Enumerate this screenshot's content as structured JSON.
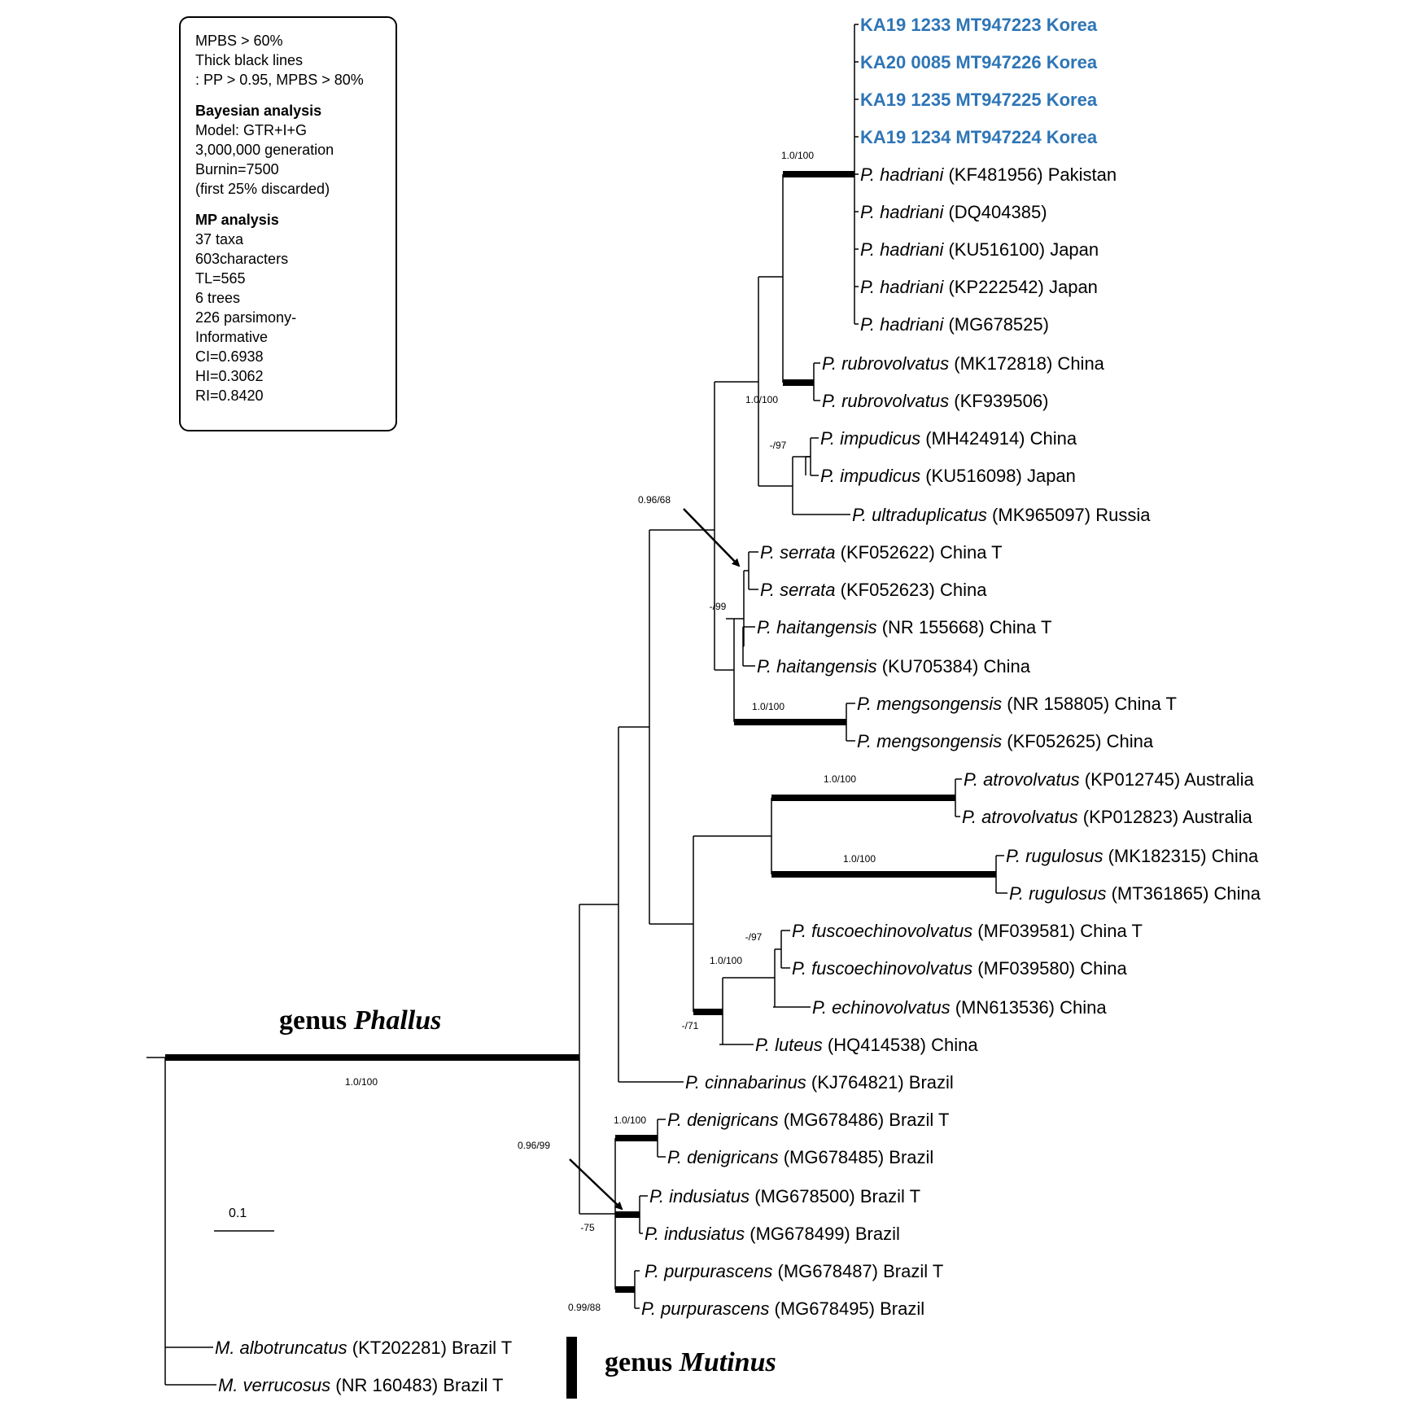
{
  "legend": {
    "top": [
      "MPBS > 60%",
      "Thick black lines",
      ": PP > 0.95, MPBS > 80%"
    ],
    "bayesian": {
      "heading": "Bayesian analysis",
      "lines": [
        "Model: GTR+I+G",
        "3,000,000 generation",
        "Burnin=7500",
        "(first 25% discarded)"
      ]
    },
    "mp": {
      "heading": "MP analysis",
      "lines": [
        "37 taxa",
        "603characters",
        "TL=565",
        "6 trees",
        "226 parsimony-",
        "Informative",
        "CI=0.6938",
        "HI=0.3062",
        "RI=0.8420"
      ]
    }
  },
  "colors": {
    "korea": "#2e75b6",
    "line": "#000000"
  },
  "taxa": [
    {
      "label": "KA19 1233 MT947223 Korea",
      "highlight": true
    },
    {
      "label": "KA20 0085 MT947226 Korea",
      "highlight": true
    },
    {
      "label": "KA19 1235 MT947225 Korea",
      "highlight": true
    },
    {
      "label": "KA19 1234 MT947224 Korea",
      "highlight": true
    },
    {
      "species": "P. hadriani",
      "rest": " (KF481956) Pakistan"
    },
    {
      "species": "P. hadriani",
      "rest": " (DQ404385)"
    },
    {
      "species": "P. hadriani",
      "rest": " (KU516100) Japan"
    },
    {
      "species": "P. hadriani",
      "rest": " (KP222542) Japan"
    },
    {
      "species": "P. hadriani",
      "rest": " (MG678525)"
    },
    {
      "species": "P. rubrovolvatus",
      "rest": " (MK172818) China"
    },
    {
      "species": "P. rubrovolvatus",
      "rest": " (KF939506)"
    },
    {
      "species": "P. impudicus",
      "rest": " (MH424914) China"
    },
    {
      "species": "P. impudicus",
      "rest": " (KU516098) Japan"
    },
    {
      "species": "P. ultraduplicatus",
      "rest": " (MK965097) Russia"
    },
    {
      "species": "P. serrata",
      "rest": " (KF052622) China T"
    },
    {
      "species": "P. serrata",
      "rest": " (KF052623) China"
    },
    {
      "species": "P. haitangensis",
      "rest": " (NR 155668) China T"
    },
    {
      "species": "P. haitangensis",
      "rest": " (KU705384) China"
    },
    {
      "species": "P. mengsongensis",
      "rest": " (NR 158805) China T"
    },
    {
      "species": "P. mengsongensis",
      "rest": " (KF052625) China"
    },
    {
      "species": "P. atrovolvatus",
      "rest": " (KP012745) Australia"
    },
    {
      "species": "P. atrovolvatus",
      "rest": " (KP012823) Australia"
    },
    {
      "species": "P. rugulosus",
      "rest": " (MK182315) China"
    },
    {
      "species": "P. rugulosus",
      "rest": " (MT361865) China"
    },
    {
      "species": "P. fuscoechinovolvatus",
      "rest": " (MF039581) China T"
    },
    {
      "species": "P. fuscoechinovolvatus",
      "rest": " (MF039580) China"
    },
    {
      "species": "P. echinovolvatus",
      "rest": " (MN613536) China"
    },
    {
      "species": "P. luteus",
      "rest": " (HQ414538) China"
    },
    {
      "species": "P. cinnabarinus",
      "rest": " (KJ764821) Brazil"
    },
    {
      "species": "P. denigricans",
      "rest": " (MG678486) Brazil T"
    },
    {
      "species": "P. denigricans",
      "rest": " (MG678485) Brazil"
    },
    {
      "species": "P. indusiatus",
      "rest": " (MG678500) Brazil T"
    },
    {
      "species": "P. indusiatus",
      "rest": " (MG678499) Brazil"
    },
    {
      "species": "P. purpurascens",
      "rest": " (MG678487) Brazil T"
    },
    {
      "species": "P. purpurascens",
      "rest": " (MG678495) Brazil"
    },
    {
      "species": "M. albotruncatus",
      "rest": " (KT202281) Brazil T"
    },
    {
      "species": "M. verrucosus",
      "rest": " (NR 160483) Brazil T"
    }
  ],
  "supports": [
    "1.0/100",
    "1.0/100",
    "-/97",
    "0.96/68",
    "-/99",
    "1.0/100",
    "1.0/100",
    "1.0/100",
    "-/97",
    "1.0/100",
    "-/71",
    "1.0/100",
    "1.0/100",
    "0.96/99",
    "-75",
    "0.99/88"
  ],
  "genera": [
    {
      "prefix": "genus ",
      "name": "Phallus"
    },
    {
      "prefix": "genus ",
      "name": "Mutinus"
    }
  ],
  "scale_bar": "0.1"
}
